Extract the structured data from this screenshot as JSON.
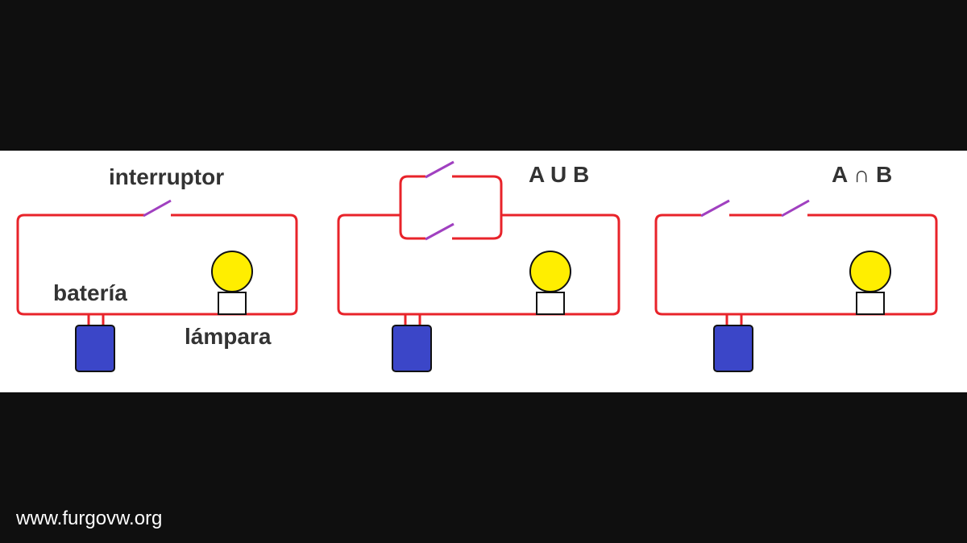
{
  "labels": {
    "switch": "interruptor",
    "battery": "batería",
    "lamp": "lámpara",
    "union": "A U B",
    "intersection": "A ∩ B"
  },
  "watermark": "www.furgovw.org",
  "colors": {
    "wire": "#e8232a",
    "switch": "#a040c0",
    "battery": "#3b46c8",
    "bulb": "#ffee00",
    "outline": "#111111",
    "background": "#ffffff",
    "frame": "#0f0f0f"
  }
}
